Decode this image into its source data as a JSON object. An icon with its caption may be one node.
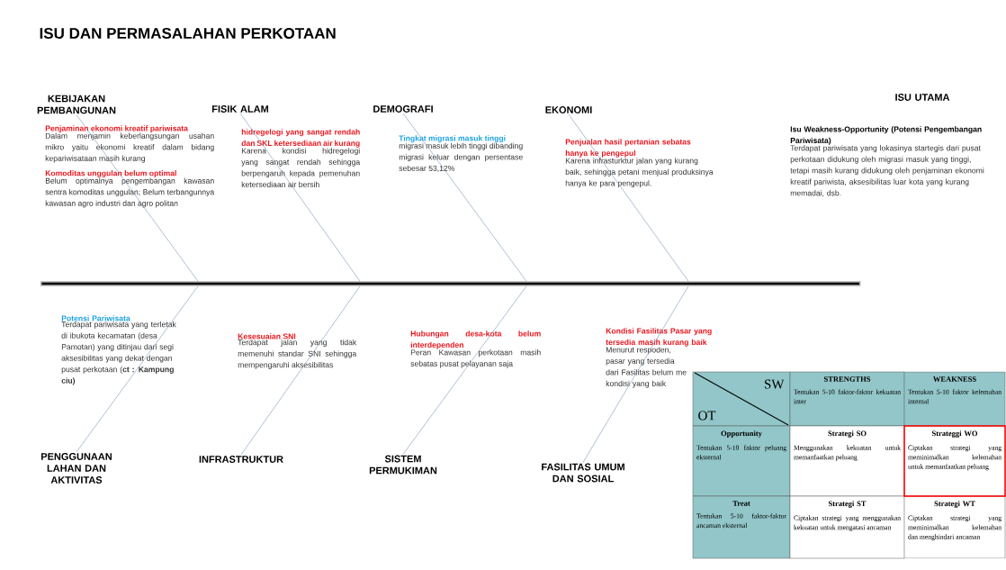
{
  "diagram": {
    "title": "ISU DAN PERMASALAHAN PERKOTAAN",
    "nodes": [
      {
        "text": [
          "KEBIJAKAN PEMBANGUNAN"
        ],
        "beside": [
          "Penjaminan ekonomi kreatif pariwisata",
          "Dalam menjamin keberlangsungan usahan mikro yaitu ekonomi kreatif dalam bidang kepariwisataan masih kurang",
          "Komoditas unggulan belum optimal",
          "Belum optimalnya pengembangan kawasan sentra komoditas unggulan; Belum terbangunnya kawasan agro industri dan agro politan"
        ]
      },
      {
        "text": [
          "FISIK ALAM"
        ],
        "beside": [
          "hidregelogi yang sangat rendah dan SKL ketersediaan air kurang",
          "Karena kondisi hidregelogi yang sangat rendah sehingga berpengaruh kepada pemenuhan ketersediaan air bersih"
        ]
      },
      {
        "text": [
          "DEMOGRAFI"
        ],
        "beside": [
          "Tingkat migrasi masuk tinggi",
          "migrasi masuk lebih tinggi dibanding migrasi keluar dengan persentase sebesar 53,12%"
        ]
      },
      {
        "text": [
          "EKONOMI"
        ],
        "beside": [
          "Penjualan hasil pertanian sebatas hanya ke pengepul",
          "Karena infrasturktur jalan yang kurang baik, sehingga petani menjual produksinya hanya ke para pengepul."
        ]
      },
      {
        "text": [
          "PENGGUNAAN LAHAN DAN AKTIVITAS"
        ],
        "beside": [
          "Potensi Pariwisata",
          "Terdapat pariwisata yang terletak di ibukota kecamatan (desa Pamotan) yang ditinjau dari segi aksesibilitas yang dekat dengan pusat perkotaan (**ct : Kampung ciu)**"
        ]
      },
      {
        "text": [
          "INFRASTRUKTUR"
        ],
        "beside": [
          "Kesesuaian SNI",
          "Terdapat jalan yang tidak memenuhi standar SNI sehingga mempengaruhi aksesibilitas"
        ]
      },
      {
        "text": [
          "SISTEM PERMUKIMAN"
        ],
        "beside": [
          "Hubungan desa-kota belum interdependen",
          "Peran Kawasan perkotaan masih sebatas pusat pelayanan saja"
        ]
      },
      {
        "text": [
          "FASILITAS UMUM DAN SOSIAL"
        ],
        "beside": [
          "Kondisi Fasilitas Pasar yang tersedia masih kurang baik",
          "Menurut respoden, pasar yang tersedia dari Fasilitas belum me kondisi yang baik"
        ]
      },
      {
        "text": [
          "ISU UTAMA"
        ],
        "beside": [
          "Isu Weakness-Opportunity (Potensi Pengembangan Pariwisata)",
          "Terdapat pariwisata yang lokasinya startegis dari pusat perkotaan didukung oleh migrasi masuk yang tinggi, tetapi masih kurang didukung oleh penjaminan ekonomi kreatif pariwista, aksesibilitas luar kota yang kurang memadai, dsb."
        ]
      },
      {
        "text": [],
        "shape": "bar"
      }
    ],
    "edges": [
      {
        "from": 0,
        "to": 9,
        "arrow": "none"
      },
      {
        "from": 1,
        "to": 9,
        "arrow": "none"
      },
      {
        "from": 2,
        "to": 9,
        "arrow": "none"
      },
      {
        "from": 3,
        "to": 9,
        "arrow": "none"
      },
      {
        "from": 4,
        "to": 9,
        "arrow": "none"
      },
      {
        "from": 5,
        "to": 9,
        "arrow": "none"
      },
      {
        "from": 6,
        "to": 9,
        "arrow": "none"
      },
      {
        "from": 7,
        "to": 9,
        "arrow": "none"
      }
    ],
    "labels": [
      "SW",
      "OT",
      "STRENGTHS",
      "Tentukan 5-10 faktor-faktor kekuatan inter",
      "WEAKNESS",
      "Tentukan 5-10 faktor kelemahan internal",
      "Opportunity",
      "Tentukan 5-10 faktor peluang eksternal",
      "Strategi SO",
      "Menggunakan kekuatan untuk memanfaatkan peluang",
      "Strateggi WO",
      "Ciptakan strategi yang meminimalkan kelemahan untuk memanfaatkan peluang",
      "Treat",
      "Tentukan 5-10 faktor-faktor ancaman eksternal",
      "Strategi ST",
      "Ciptakan strategi yang menggunakan kekuatan untuk mengatasi ancaman",
      "Strategi WT",
      "Ciptakan strategi yang meminimalkan kelemahan dan menghindari ancaman"
    ]
  }
}
